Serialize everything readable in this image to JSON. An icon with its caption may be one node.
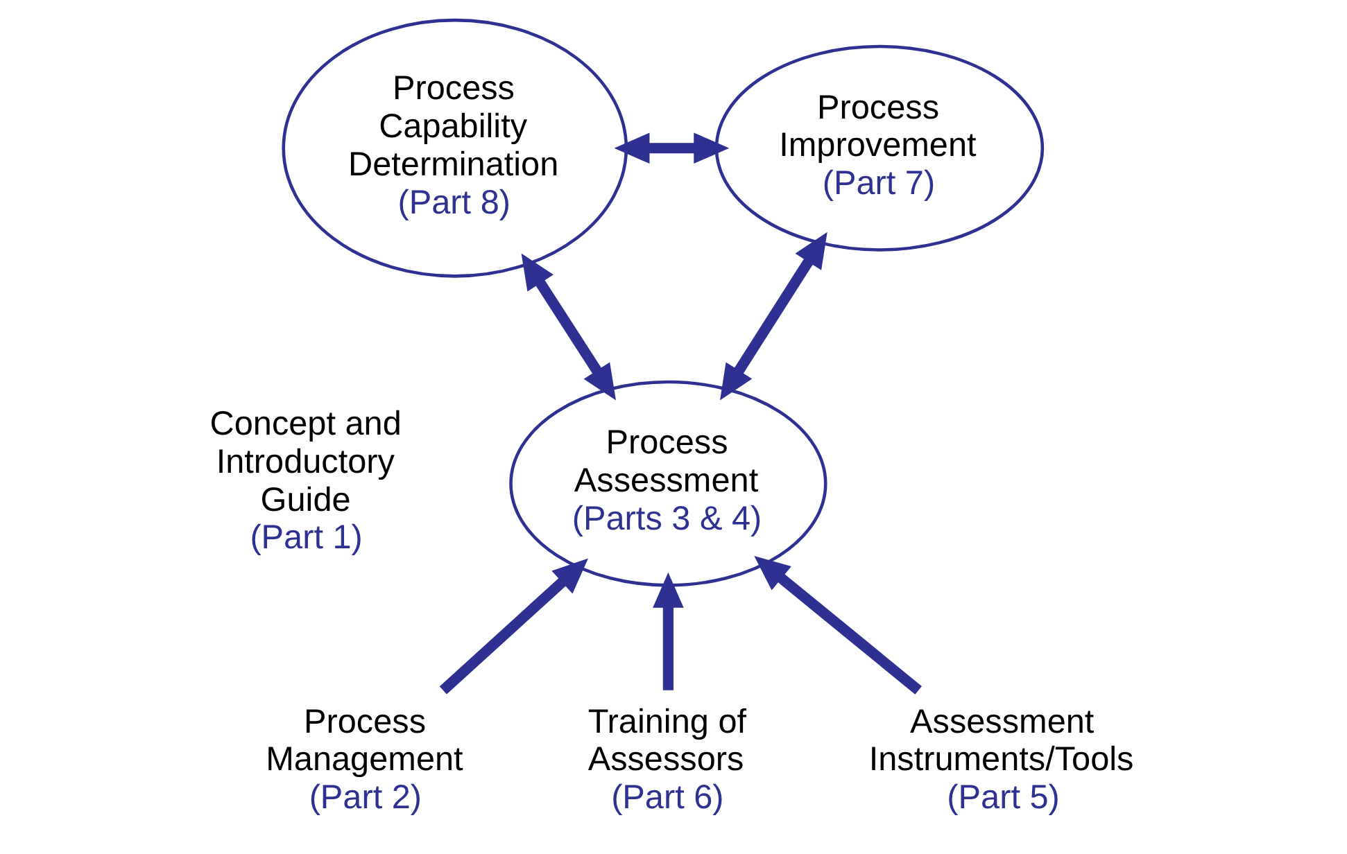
{
  "diagram": {
    "nodes": [
      {
        "text": [
          "Process Capability Determination",
          "(Part 8)"
        ]
      },
      {
        "text": [
          "Process Improvement",
          "(Part 7)"
        ]
      },
      {
        "text": [
          "Process Assessment",
          "(Parts 3 & 4)"
        ]
      },
      {
        "text": [
          "Process Management",
          "(Part 2)"
        ]
      },
      {
        "text": [
          "Training of Assessors",
          "(Part 6)"
        ]
      },
      {
        "text": [
          "Assessment Instruments/Tools",
          "(Part 5)"
        ]
      }
    ],
    "edges": [
      {
        "from": 0,
        "to": 1,
        "arrow": "both"
      },
      {
        "from": 2,
        "to": 0,
        "arrow": "both"
      },
      {
        "from": 2,
        "to": 1,
        "arrow": "both"
      },
      {
        "from": 3,
        "to": 2,
        "arrow": "to"
      },
      {
        "from": 4,
        "to": 2,
        "arrow": "to"
      },
      {
        "from": 5,
        "to": 2,
        "arrow": "to"
      }
    ],
    "labels": [
      "Concept and Introductory Guide",
      "(Part 1)"
    ]
  }
}
